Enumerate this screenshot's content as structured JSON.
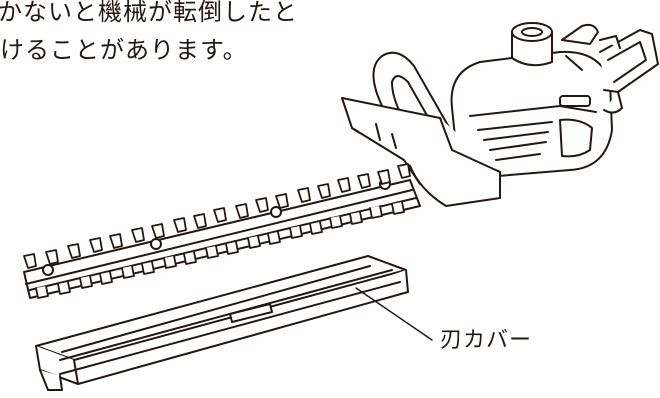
{
  "text": {
    "line1": "かないと機械が転倒したと",
    "line2": "けることがあります。"
  },
  "callout": {
    "label": "刃カバー"
  },
  "illustration": {
    "subject": "hedge-trimmer-with-blade-cover",
    "stroke_color": "#231815",
    "fill_color": "#ffffff"
  }
}
